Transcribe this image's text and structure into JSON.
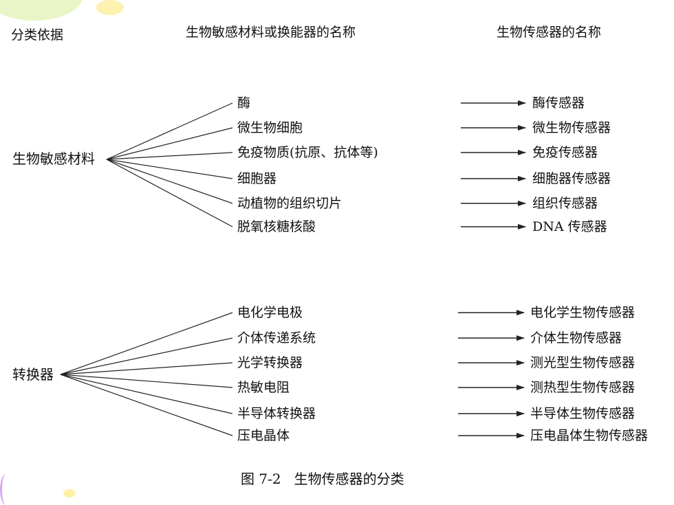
{
  "headers": {
    "basis": "分类依据",
    "materials": "生物敏感材料或换能器的名称",
    "sensors": "生物传感器的名称"
  },
  "groups": [
    {
      "root": "生物敏感材料",
      "items": [
        {
          "source": "酶",
          "target": "酶传感器"
        },
        {
          "source": "微生物细胞",
          "target": "微生物传感器"
        },
        {
          "source": "免疫物质(抗原、抗体等)",
          "target": "免疫传感器"
        },
        {
          "source": "细胞器",
          "target": "细胞器传感器"
        },
        {
          "source": "动植物的组织切片",
          "target": "组织传感器"
        },
        {
          "source": "脱氧核糖核酸",
          "target": "DNA 传感器"
        }
      ]
    },
    {
      "root": "转换器",
      "items": [
        {
          "source": "电化学电极",
          "target": "电化学生物传感器"
        },
        {
          "source": "介体传递系统",
          "target": "介体生物传感器"
        },
        {
          "source": "光学转换器",
          "target": "测光型生物传感器"
        },
        {
          "source": "热敏电阻",
          "target": "测热型生物传感器"
        },
        {
          "source": "半导体转换器",
          "target": "半导体生物传感器"
        },
        {
          "source": "压电晶体",
          "target": "压电晶体生物传感器"
        }
      ]
    }
  ],
  "caption": "图 7-2   生物传感器的分类",
  "colors": {
    "text": "#111111",
    "line": "#222222",
    "deco_green": "#e4f3b8",
    "deco_yellow": "#fdf1a6",
    "deco_purple": "#d9a6ee"
  }
}
